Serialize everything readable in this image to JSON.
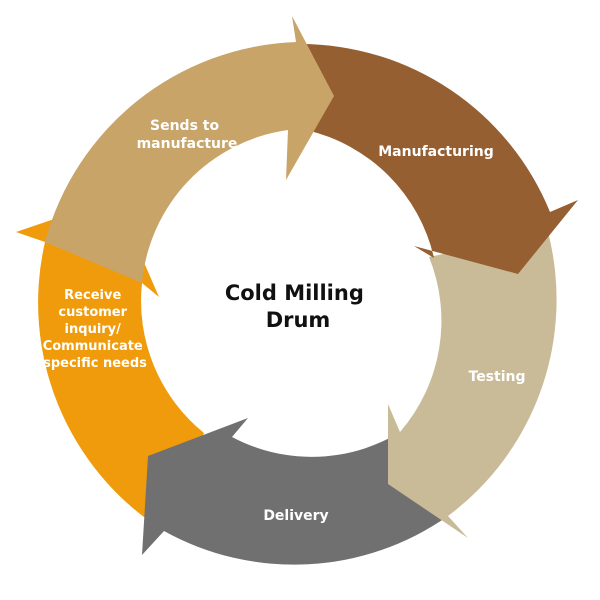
{
  "diagram": {
    "center_title": [
      "Cold Milling",
      "Drum"
    ],
    "steps": [
      {
        "id": "sends",
        "label_lines": [
          "Sends to",
          "manufacture"
        ],
        "color": "#C8A468"
      },
      {
        "id": "manufacturing",
        "label_lines": [
          "Manufacturing"
        ],
        "color": "#955F32"
      },
      {
        "id": "testing",
        "label_lines": [
          "Testing"
        ],
        "color": "#C9BB98"
      },
      {
        "id": "delivery",
        "label_lines": [
          "Delivery"
        ],
        "color": "#717070"
      },
      {
        "id": "receive",
        "label_lines": [
          "Receive",
          "customer",
          "inquiry/",
          "Communicate",
          "specific needs"
        ],
        "color": "#F09B0B"
      }
    ]
  }
}
